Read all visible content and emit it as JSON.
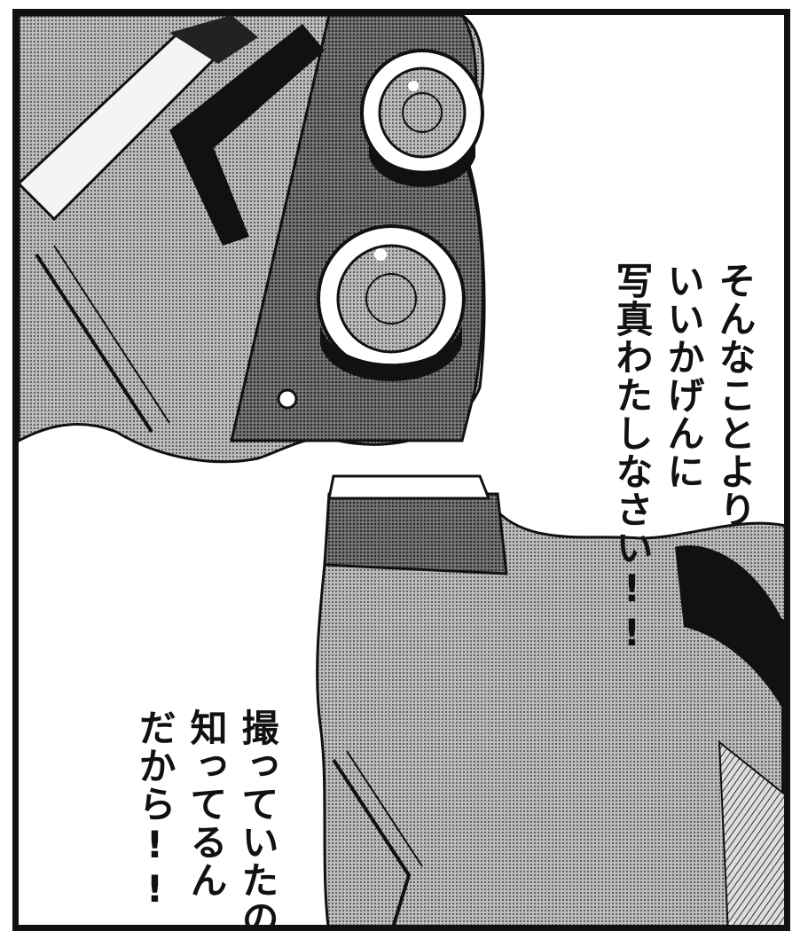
{
  "speech": [
    {
      "lines": [
        "そんなことより",
        "いいかげんに",
        "写真わたしなさい!!"
      ]
    },
    {
      "lines": [
        "撮っていたの",
        "知ってるん",
        "だから!!"
      ]
    }
  ],
  "colors": {
    "ink": "#111111",
    "screentone": "#8a8a8a",
    "paper": "#ffffff"
  }
}
